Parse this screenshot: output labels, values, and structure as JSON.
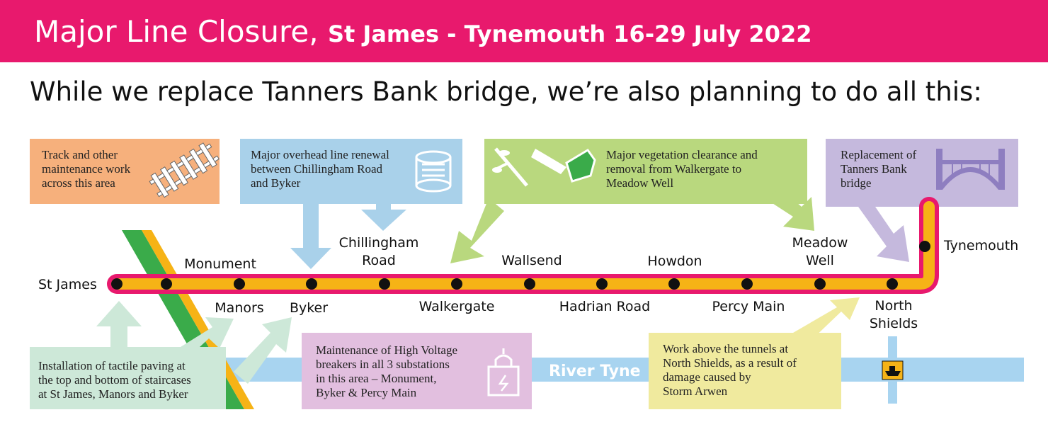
{
  "header": {
    "title": "Major Line Closure,",
    "subtitle_route": "St James - Tynemouth 16-29 July 2022",
    "intro": "While we replace Tanners Bank bridge, we’re also planning to do all this:"
  },
  "stations": {
    "st_james": "St James",
    "monument": "Monument",
    "manors": "Manors",
    "byker": "Byker",
    "chillingham_l1": "Chillingham",
    "chillingham_l2": "Road",
    "walkergate": "Walkergate",
    "wallsend": "Wallsend",
    "hadrian_road": "Hadrian Road",
    "howdon": "Howdon",
    "percy_main": "Percy Main",
    "meadow_well_l1": "Meadow",
    "meadow_well_l2": "Well",
    "north_shields_l1": "North",
    "north_shields_l2": "Shields",
    "tynemouth": "Tynemouth"
  },
  "river_label": "River Tyne",
  "works": {
    "track": {
      "l1": "Track and other",
      "l2": "maintenance work",
      "l3": "across this area",
      "icon": "railway-track-icon",
      "color": "#f6b07c"
    },
    "overhead": {
      "l1": "Major overhead line renewal",
      "l2": "between Chillingham Road",
      "l3": "and Byker",
      "icon": "cable-spool-icon",
      "color": "#a9d1ea"
    },
    "vegetation": {
      "l1": "Major vegetation clearance and",
      "l2": "removal from Walkergate to",
      "l3": "Meadow Well",
      "icon": "chainsaw-icon",
      "color": "#b9d87e"
    },
    "bridge": {
      "l1": "Replacement of",
      "l2": "Tanners Bank",
      "l3": "bridge",
      "icon": "bridge-icon",
      "color": "#c5b9dd"
    },
    "paving": {
      "l1": "Installation of tactile paving at",
      "l2": "the top and bottom of staircases",
      "l3": "at St James, Manors and Byker",
      "color": "#cde8d8"
    },
    "voltage": {
      "l1": "Maintenance of High Voltage",
      "l2": "breakers in all 3 substations",
      "l3": "in this area – Monument,",
      "l4": "Byker & Percy Main",
      "icon": "substation-icon",
      "color": "#e2bfdf"
    },
    "tunnels": {
      "l1": "Work above the tunnels at",
      "l2": "North Shields, as a result of",
      "l3": "damage caused by",
      "l4": "Storm Arwen",
      "color": "#f0ea9e"
    }
  },
  "colors": {
    "banner": "#e8196d",
    "metro_line": "#f6b316",
    "line_outline": "#e8196d",
    "river": "#a8d4f0",
    "green_line": "#3aab4a"
  }
}
